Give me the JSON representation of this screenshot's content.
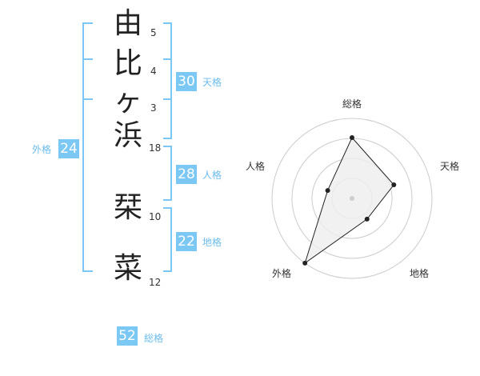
{
  "name": {
    "chars": [
      "由",
      "比",
      "ヶ",
      "浜",
      "栞",
      "菜"
    ],
    "strokes": [
      "5",
      "4",
      "3",
      "18",
      "10",
      "12"
    ]
  },
  "kaku": {
    "tenkaku": {
      "value": "30",
      "label": "天格"
    },
    "jinkaku": {
      "value": "28",
      "label": "人格"
    },
    "chikaku": {
      "value": "22",
      "label": "地格"
    },
    "gaikaku": {
      "value": "24",
      "label": "外格"
    },
    "soukaku": {
      "value": "52",
      "label": "総格"
    }
  },
  "radar": {
    "axes": [
      "総格",
      "天格",
      "地格",
      "外格",
      "人格"
    ],
    "values": [
      0.76,
      0.55,
      0.32,
      1.0,
      0.32
    ],
    "line_color": "#222222",
    "fill_color": "#eeeeee",
    "grid_color": "#cccccc",
    "bracket_color": "#6bbcec"
  }
}
